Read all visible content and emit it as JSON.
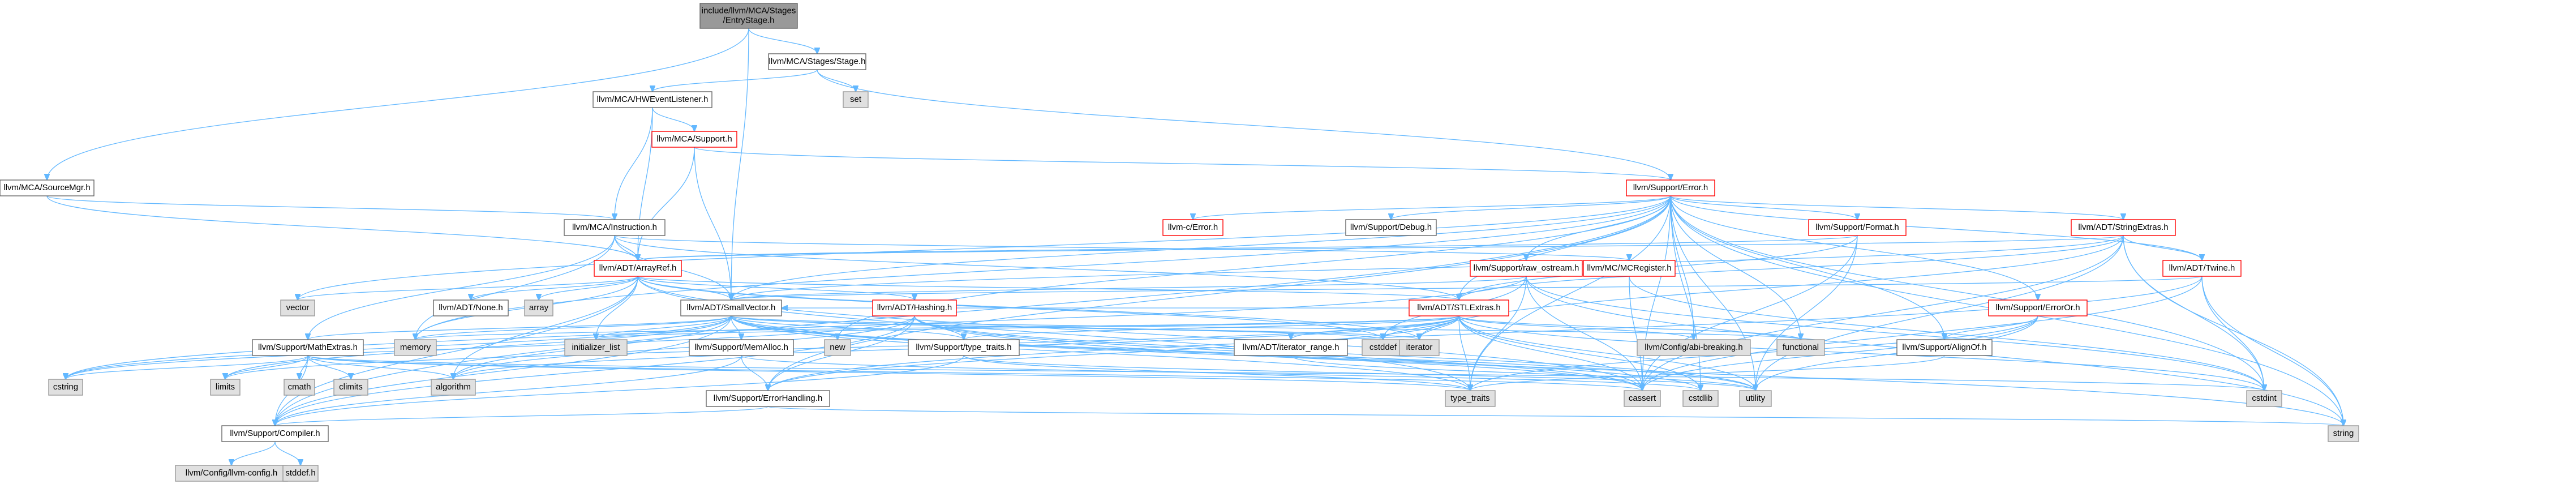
{
  "colors": {
    "edge": "#63b8ff",
    "root_fill": "#999999",
    "root_text": "#000000",
    "normal_border": "#666666",
    "linked_border": "#ff0000",
    "system_fill": "#e0e0e0",
    "system_border": "#999999",
    "background": "#ffffff"
  },
  "nodes": [
    {
      "id": "root",
      "lines": [
        "include/llvm/MCA/Stages",
        "/EntryStage.h"
      ],
      "kind": "root"
    },
    {
      "id": "stage",
      "lines": [
        "llvm/MCA/Stages/Stage.h"
      ],
      "kind": "normal"
    },
    {
      "id": "set",
      "lines": [
        "set"
      ],
      "kind": "system"
    },
    {
      "id": "hwevent",
      "lines": [
        "llvm/MCA/HWEventListener.h"
      ],
      "kind": "normal"
    },
    {
      "id": "mcasupport",
      "lines": [
        "llvm/MCA/Support.h"
      ],
      "kind": "linked"
    },
    {
      "id": "sourcemgr",
      "lines": [
        "llvm/MCA/SourceMgr.h"
      ],
      "kind": "normal"
    },
    {
      "id": "instruction",
      "lines": [
        "llvm/MCA/Instruction.h"
      ],
      "kind": "normal"
    },
    {
      "id": "error",
      "lines": [
        "llvm/Support/Error.h"
      ],
      "kind": "linked"
    },
    {
      "id": "cerror",
      "lines": [
        "llvm-c/Error.h"
      ],
      "kind": "linked"
    },
    {
      "id": "debug",
      "lines": [
        "llvm/Support/Debug.h"
      ],
      "kind": "normal"
    },
    {
      "id": "format",
      "lines": [
        "llvm/Support/Format.h"
      ],
      "kind": "linked"
    },
    {
      "id": "stringextras",
      "lines": [
        "llvm/ADT/StringExtras.h"
      ],
      "kind": "linked"
    },
    {
      "id": "arrayref",
      "lines": [
        "llvm/ADT/ArrayRef.h"
      ],
      "kind": "linked"
    },
    {
      "id": "rawostream",
      "lines": [
        "llvm/Support/raw_ostream.h"
      ],
      "kind": "linked"
    },
    {
      "id": "mcregister",
      "lines": [
        "llvm/MC/MCRegister.h"
      ],
      "kind": "linked"
    },
    {
      "id": "twine",
      "lines": [
        "llvm/ADT/Twine.h"
      ],
      "kind": "linked"
    },
    {
      "id": "vector",
      "lines": [
        "vector"
      ],
      "kind": "system"
    },
    {
      "id": "adtnone",
      "lines": [
        "llvm/ADT/None.h"
      ],
      "kind": "normal"
    },
    {
      "id": "array",
      "lines": [
        "array"
      ],
      "kind": "system"
    },
    {
      "id": "smallvector",
      "lines": [
        "llvm/ADT/SmallVector.h"
      ],
      "kind": "normal"
    },
    {
      "id": "hashing",
      "lines": [
        "llvm/ADT/Hashing.h"
      ],
      "kind": "linked"
    },
    {
      "id": "stlextras",
      "lines": [
        "llvm/ADT/STLExtras.h"
      ],
      "kind": "linked"
    },
    {
      "id": "erroror",
      "lines": [
        "llvm/Support/ErrorOr.h"
      ],
      "kind": "linked"
    },
    {
      "id": "memory",
      "lines": [
        "memory"
      ],
      "kind": "system"
    },
    {
      "id": "initlist",
      "lines": [
        "initializer_list"
      ],
      "kind": "system"
    },
    {
      "id": "mathextras",
      "lines": [
        "llvm/Support/MathExtras.h"
      ],
      "kind": "normal"
    },
    {
      "id": "memalloc",
      "lines": [
        "llvm/Support/MemAlloc.h"
      ],
      "kind": "normal"
    },
    {
      "id": "typetraitsllvm",
      "lines": [
        "llvm/Support/type_traits.h"
      ],
      "kind": "normal"
    },
    {
      "id": "new",
      "lines": [
        "new"
      ],
      "kind": "system"
    },
    {
      "id": "iterrange",
      "lines": [
        "llvm/ADT/iterator_range.h"
      ],
      "kind": "normal"
    },
    {
      "id": "cstddef",
      "lines": [
        "cstddef"
      ],
      "kind": "system"
    },
    {
      "id": "iterator",
      "lines": [
        "iterator"
      ],
      "kind": "system"
    },
    {
      "id": "abibreaking",
      "lines": [
        "llvm/Config/abi-breaking.h"
      ],
      "kind": "system"
    },
    {
      "id": "functional",
      "lines": [
        "functional"
      ],
      "kind": "system"
    },
    {
      "id": "aligno",
      "lines": [
        "llvm/Support/AlignOf.h"
      ],
      "kind": "normal"
    },
    {
      "id": "cstring",
      "lines": [
        "cstring"
      ],
      "kind": "system"
    },
    {
      "id": "limits",
      "lines": [
        "limits"
      ],
      "kind": "system"
    },
    {
      "id": "cmath",
      "lines": [
        "cmath"
      ],
      "kind": "system"
    },
    {
      "id": "climits",
      "lines": [
        "climits"
      ],
      "kind": "system"
    },
    {
      "id": "algorithm",
      "lines": [
        "algorithm"
      ],
      "kind": "system"
    },
    {
      "id": "errorhandling",
      "lines": [
        "llvm/Support/ErrorHandling.h"
      ],
      "kind": "normal"
    },
    {
      "id": "typetraits",
      "lines": [
        "type_traits"
      ],
      "kind": "system"
    },
    {
      "id": "cassert",
      "lines": [
        "cassert"
      ],
      "kind": "system"
    },
    {
      "id": "cstdlib",
      "lines": [
        "cstdlib"
      ],
      "kind": "system"
    },
    {
      "id": "utility",
      "lines": [
        "utility"
      ],
      "kind": "system"
    },
    {
      "id": "cstdint",
      "lines": [
        "cstdint"
      ],
      "kind": "system"
    },
    {
      "id": "string",
      "lines": [
        "string"
      ],
      "kind": "system"
    },
    {
      "id": "compiler",
      "lines": [
        "llvm/Support/Compiler.h"
      ],
      "kind": "normal"
    },
    {
      "id": "llvmconfig",
      "lines": [
        "llvm/Config/llvm-config.h"
      ],
      "kind": "system"
    },
    {
      "id": "stddef",
      "lines": [
        "stddef.h"
      ],
      "kind": "system"
    }
  ],
  "edges": [
    [
      "root",
      "stage"
    ],
    [
      "root",
      "sourcemgr"
    ],
    [
      "root",
      "smallvector"
    ],
    [
      "stage",
      "hwevent"
    ],
    [
      "stage",
      "set"
    ],
    [
      "stage",
      "error"
    ],
    [
      "hwevent",
      "mcasupport"
    ],
    [
      "hwevent",
      "instruction"
    ],
    [
      "hwevent",
      "arrayref"
    ],
    [
      "mcasupport",
      "error"
    ],
    [
      "mcasupport",
      "arrayref"
    ],
    [
      "mcasupport",
      "smallvector"
    ],
    [
      "sourcemgr",
      "instruction"
    ],
    [
      "sourcemgr",
      "arrayref"
    ],
    [
      "instruction",
      "arrayref"
    ],
    [
      "instruction",
      "smallvector"
    ],
    [
      "instruction",
      "stlextras"
    ],
    [
      "instruction",
      "mcregister"
    ],
    [
      "instruction",
      "memory"
    ],
    [
      "instruction",
      "mathextras"
    ],
    [
      "error",
      "cerror"
    ],
    [
      "error",
      "debug"
    ],
    [
      "error",
      "format"
    ],
    [
      "error",
      "stringextras"
    ],
    [
      "error",
      "rawostream"
    ],
    [
      "error",
      "twine"
    ],
    [
      "error",
      "stlextras"
    ],
    [
      "error",
      "smallvector"
    ],
    [
      "error",
      "errorhandling"
    ],
    [
      "error",
      "erroror"
    ],
    [
      "error",
      "aligno"
    ],
    [
      "error",
      "abibreaking"
    ],
    [
      "error",
      "compiler"
    ],
    [
      "error",
      "new"
    ],
    [
      "error",
      "vector"
    ],
    [
      "error",
      "memory"
    ],
    [
      "error",
      "cassert"
    ],
    [
      "error",
      "cstdint"
    ],
    [
      "error",
      "cstdlib"
    ],
    [
      "error",
      "functional"
    ],
    [
      "error",
      "string"
    ],
    [
      "error",
      "utility"
    ],
    [
      "error",
      "typetraits"
    ],
    [
      "format",
      "arrayref"
    ],
    [
      "format",
      "stlextras"
    ],
    [
      "format",
      "cassert"
    ],
    [
      "format",
      "utility"
    ],
    [
      "stringextras",
      "arrayref"
    ],
    [
      "stringextras",
      "smallvector"
    ],
    [
      "stringextras",
      "stlextras"
    ],
    [
      "stringextras",
      "twine"
    ],
    [
      "stringextras",
      "iterator"
    ],
    [
      "stringextras",
      "cstdint"
    ],
    [
      "stringextras",
      "string"
    ],
    [
      "stringextras",
      "utility"
    ],
    [
      "stringextras",
      "cassert"
    ],
    [
      "arrayref",
      "hashing"
    ],
    [
      "arrayref",
      "adtnone"
    ],
    [
      "arrayref",
      "smallvector"
    ],
    [
      "arrayref",
      "stlextras"
    ],
    [
      "arrayref",
      "compiler"
    ],
    [
      "arrayref",
      "algorithm"
    ],
    [
      "arrayref",
      "array"
    ],
    [
      "arrayref",
      "cassert"
    ],
    [
      "arrayref",
      "cstddef"
    ],
    [
      "arrayref",
      "initlist"
    ],
    [
      "arrayref",
      "iterator"
    ],
    [
      "arrayref",
      "memory"
    ],
    [
      "arrayref",
      "typetraits"
    ],
    [
      "arrayref",
      "vector"
    ],
    [
      "rawostream",
      "smallvector"
    ],
    [
      "rawostream",
      "cassert"
    ],
    [
      "rawostream",
      "cstddef"
    ],
    [
      "rawostream",
      "cstdint"
    ],
    [
      "rawostream",
      "cstring"
    ],
    [
      "rawostream",
      "string"
    ],
    [
      "rawostream",
      "typetraits"
    ],
    [
      "mcregister",
      "cassert"
    ],
    [
      "mcregister",
      "cstdint"
    ],
    [
      "twine",
      "smallvector"
    ],
    [
      "twine",
      "errorhandling"
    ],
    [
      "twine",
      "cassert"
    ],
    [
      "twine",
      "cstdint"
    ],
    [
      "twine",
      "string"
    ],
    [
      "smallvector",
      "compiler"
    ],
    [
      "smallvector",
      "mathextras"
    ],
    [
      "smallvector",
      "memalloc"
    ],
    [
      "smallvector",
      "typetraitsllvm"
    ],
    [
      "smallvector",
      "algorithm"
    ],
    [
      "smallvector",
      "cassert"
    ],
    [
      "smallvector",
      "cstddef"
    ],
    [
      "smallvector",
      "cstdlib"
    ],
    [
      "smallvector",
      "cstring"
    ],
    [
      "smallvector",
      "functional"
    ],
    [
      "smallvector",
      "initlist"
    ],
    [
      "smallvector",
      "iterator"
    ],
    [
      "smallvector",
      "limits"
    ],
    [
      "smallvector",
      "memory"
    ],
    [
      "smallvector",
      "new"
    ],
    [
      "smallvector",
      "typetraits"
    ],
    [
      "smallvector",
      "utility"
    ],
    [
      "hashing",
      "errorhandling"
    ],
    [
      "hashing",
      "typetraitsllvm"
    ],
    [
      "hashing",
      "algorithm"
    ],
    [
      "hashing",
      "cassert"
    ],
    [
      "hashing",
      "cstring"
    ],
    [
      "hashing",
      "string"
    ],
    [
      "hashing",
      "utility"
    ],
    [
      "hashing",
      "compiler"
    ],
    [
      "stlextras",
      "smallvector"
    ],
    [
      "stlextras",
      "iterrange"
    ],
    [
      "stlextras",
      "errorhandling"
    ],
    [
      "stlextras",
      "abibreaking"
    ],
    [
      "stlextras",
      "algorithm"
    ],
    [
      "stlextras",
      "cassert"
    ],
    [
      "stlextras",
      "cstddef"
    ],
    [
      "stlextras",
      "cstdint"
    ],
    [
      "stlextras",
      "cstdlib"
    ],
    [
      "stlextras",
      "functional"
    ],
    [
      "stlextras",
      "initlist"
    ],
    [
      "stlextras",
      "iterator"
    ],
    [
      "stlextras",
      "limits"
    ],
    [
      "stlextras",
      "memory"
    ],
    [
      "stlextras",
      "typetraits"
    ],
    [
      "stlextras",
      "utility"
    ],
    [
      "stlextras",
      "typetraitsllvm"
    ],
    [
      "erroror",
      "aligno"
    ],
    [
      "erroror",
      "cassert"
    ],
    [
      "erroror",
      "typetraits"
    ],
    [
      "erroror",
      "utility"
    ],
    [
      "mathextras",
      "compiler"
    ],
    [
      "mathextras",
      "algorithm"
    ],
    [
      "mathextras",
      "cassert"
    ],
    [
      "mathextras",
      "climits"
    ],
    [
      "mathextras",
      "cmath"
    ],
    [
      "mathextras",
      "cstdint"
    ],
    [
      "mathextras",
      "cstring"
    ],
    [
      "mathextras",
      "limits"
    ],
    [
      "mathextras",
      "typetraits"
    ],
    [
      "memalloc",
      "compiler"
    ],
    [
      "memalloc",
      "errorhandling"
    ],
    [
      "memalloc",
      "cstdlib"
    ],
    [
      "typetraitsllvm",
      "compiler"
    ],
    [
      "typetraitsllvm",
      "typetraits"
    ],
    [
      "typetraitsllvm",
      "utility"
    ],
    [
      "iterrange",
      "utility"
    ],
    [
      "aligno",
      "typetraits"
    ],
    [
      "errorhandling",
      "compiler"
    ],
    [
      "errorhandling",
      "string"
    ],
    [
      "compiler",
      "llvmconfig"
    ],
    [
      "compiler",
      "stddef"
    ]
  ]
}
